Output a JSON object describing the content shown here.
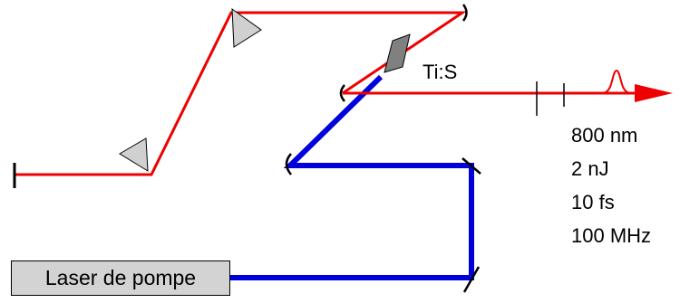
{
  "labels": {
    "crystal": "Ti:S",
    "pump_laser": "Laser de pompe"
  },
  "output_specs": [
    "800 nm",
    "2 nJ",
    "10 fs",
    "100 MHz"
  ],
  "colors": {
    "laser_beam": "#ee0000",
    "pump_beam": "#0000dd",
    "prism_fill": "#d0d0d0",
    "crystal_fill": "#808080",
    "box_fill": "#d3d3d3"
  }
}
